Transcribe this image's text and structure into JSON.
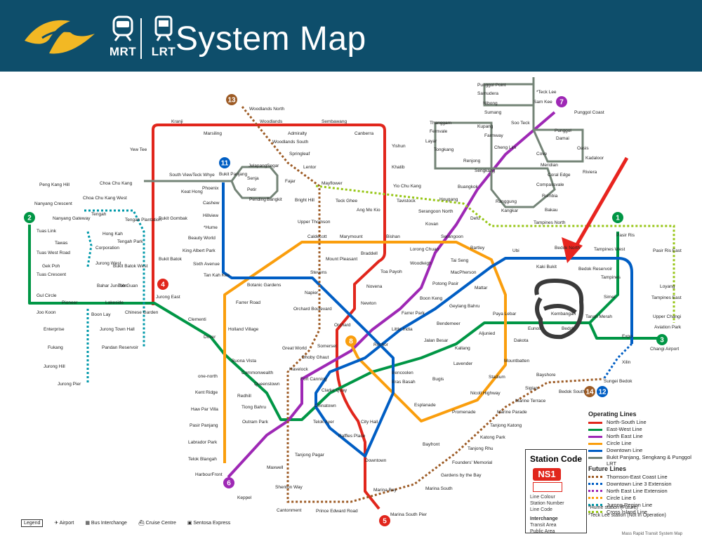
{
  "header": {
    "mrt_label": "MRT",
    "lrt_label": "LRT",
    "title": "System Map",
    "brand_color": "#0e4e6b",
    "logo_color": "#f2b824"
  },
  "lines": [
    {
      "id": "ns",
      "name": "North-South Line",
      "color": "#e1261c",
      "num": "1",
      "dashed": false
    },
    {
      "id": "ew",
      "name": "East-West Line",
      "color": "#009645",
      "num": "2",
      "dashed": false
    },
    {
      "id": "ne",
      "name": "North East Line",
      "color": "#9e28b5",
      "num": "3",
      "dashed": false
    },
    {
      "id": "cc",
      "name": "Circle Line",
      "color": "#fa9e0d",
      "num": "4",
      "dashed": false
    },
    {
      "id": "dt",
      "name": "Downtown Line",
      "color": "#005ec4",
      "num": "5",
      "dashed": false
    },
    {
      "id": "lrt",
      "name": "Bukit Panjang, Sengkang & Punggol LRT",
      "color": "#748477",
      "num": "6",
      "dashed": false
    }
  ],
  "future": {
    "heading": "Future Lines",
    "items": [
      {
        "name": "Thomson-East Coast Line",
        "color": "#9d5b25"
      },
      {
        "name": "Downtown Line 3 Extension",
        "color": "#005ec4"
      },
      {
        "name": "North East Line Extension",
        "color": "#9e28b5"
      },
      {
        "name": "Circle Line 6",
        "color": "#fa9e0d"
      },
      {
        "name": "Jurong Region Line",
        "color": "#0099aa"
      },
      {
        "name": "Cross Island Line",
        "color": "#97c616"
      }
    ]
  },
  "operating_heading": "Operating Lines",
  "station_code": {
    "title": "Station Code",
    "code": "NS1",
    "line_colour": "Line Colour",
    "station_number": "Station Number",
    "line_code": "Line Code",
    "interchange": "Interchange",
    "transit_area": "Transit Area",
    "public_area": "Public Area"
  },
  "notes": {
    "hume": "*Hume station (Future)",
    "teck_lee": "*Teck Lee station (Not in Operation)"
  },
  "bottom_legend": [
    "Legend",
    "Airport",
    "Bus Interchange",
    "Cruise Centre",
    "Sentosa Express"
  ],
  "credit": "Mass Rapid Transit System Map",
  "line_badges": [
    {
      "num": "1",
      "color": "#009645"
    },
    {
      "num": "2",
      "color": "#009645"
    },
    {
      "num": "3",
      "color": "#009645"
    },
    {
      "num": "4",
      "color": "#e1261c"
    },
    {
      "num": "5",
      "color": "#e1261c"
    },
    {
      "num": "6",
      "color": "#9e28b5"
    },
    {
      "num": "7",
      "color": "#9e28b5"
    },
    {
      "num": "8",
      "color": "#fa9e0d"
    },
    {
      "num": "11",
      "color": "#005ec4"
    },
    {
      "num": "12",
      "color": "#005ec4"
    },
    {
      "num": "13",
      "color": "#9d5b25"
    },
    {
      "num": "14",
      "color": "#9d5b25"
    }
  ],
  "stations": [
    "Woodlands North",
    "Kranji",
    "Marsiling",
    "Woodlands",
    "Admiralty",
    "Sembawang",
    "Canberra",
    "Woodlands South",
    "Springleaf",
    "Yishun",
    "Lentor",
    "Khatib",
    "Mayflower",
    "Yio Chu Kang",
    "Ang Mo Kio",
    "Bright Hill",
    "Teck Ghee",
    "Tavistock",
    "Yew Tee",
    "Choa Chu Kang",
    "Choa Chu Kang West",
    "Bukit Gombak",
    "Bukit Batok",
    "Bukit Panjang",
    "South View",
    "Teck Whye",
    "Keat Hong",
    "Phoenix",
    "Jelapang",
    "Segar",
    "Senja",
    "Fajar",
    "Petir",
    "Pending",
    "Bangkit",
    "Cashew",
    "Hillview",
    "*Hume",
    "Beauty World",
    "King Albert Park",
    "Sixth Avenue",
    "Tan Kah Kee",
    "Peng Kang Hill",
    "Nanyang Crescent",
    "Nanyang Gateway",
    "Tawas",
    "Tengah",
    "Tengah Plantation",
    "Hong Kah",
    "Corporation",
    "Jurong West",
    "Bahar Junction",
    "Tengah Park",
    "Bukit Batok West",
    "Toh Guan",
    "Tuas Link",
    "Tuas West Road",
    "Tuas Crescent",
    "Gul Circle",
    "Joo Koon",
    "Pioneer",
    "Boon Lay",
    "Lakeside",
    "Chinese Garden",
    "Jurong East",
    "Jurong Town Hall",
    "Enterprise",
    "Fukang",
    "Jurong Hill",
    "Jurong Pier",
    "Pandan Reservoir",
    "Gek Poh",
    "Clementi",
    "Dover",
    "Holland Village",
    "Farrer Road",
    "Buona Vista",
    "Commonwealth",
    "one-north",
    "Queenstown",
    "Kent Ridge",
    "Redhill",
    "Haw Par Villa",
    "Tiong Bahru",
    "Pasir Panjang",
    "Labrador Park",
    "Telok Blangah",
    "HarbourFront",
    "Keppel",
    "Outram Park",
    "Tanjong Pagar",
    "Maxwell",
    "Shenton Way",
    "Cantonment",
    "Prince Edward Road",
    "Marina South Pier",
    "Marina Bay",
    "Marina South",
    "Gardens by the Bay",
    "Founders' Memorial",
    "Downtown",
    "Raffles Place",
    "City Hall",
    "Telok Ayer",
    "Chinatown",
    "Clarke Quay",
    "Fort Canning",
    "Dhoby Ghaut",
    "Bras Basah",
    "Esplanade",
    "Promenade",
    "Bayfront",
    "Bugis",
    "Bencoolen",
    "Rochor",
    "Little India",
    "Farrer Park",
    "Boon Keng",
    "Potong Pasir",
    "Woodleigh",
    "Serangoon",
    "Lorong Chuan",
    "Bishan",
    "Braddell",
    "Toa Payoh",
    "Novena",
    "Newton",
    "Orchard",
    "Somerset",
    "Great World",
    "Havelock",
    "Botanic Gardens",
    "Stevens",
    "Napier",
    "Orchard Boulevard",
    "Caldecott",
    "Mount Pleasant",
    "Marymount",
    "Upper Thomson",
    "Bartley",
    "Tai Seng",
    "MacPherson",
    "Mattar",
    "Geylang Bahru",
    "Bendemeer",
    "Jalan Besar",
    "Lavender",
    "Kallang",
    "Aljunied",
    "Paya Lebar",
    "Dakota",
    "Mountbatten",
    "Stadium",
    "Nicoll Highway",
    "Tanjong Katong",
    "Katong Park",
    "Tanjong Rhu",
    "Marine Parade",
    "Marine Terrace",
    "Siglap",
    "Bayshore",
    "Bedok South",
    "Sungei Bedok",
    "Xilin",
    "Expo",
    "Changi Airport",
    "Tanah Merah",
    "Bedok",
    "Kembangan",
    "Eunos",
    "Simei",
    "Tampines",
    "Tampines East",
    "Upper Changi",
    "Tampines West",
    "Bedok North",
    "Bedok Reservoir",
    "Kaki Bukit",
    "Ubi",
    "Tampines North",
    "Pasir Ris",
    "Pasir Ris East",
    "Loyang",
    "Aviation Park",
    "Punggol",
    "Punggol Coast",
    "Punggol Point",
    "Samudera",
    "Nibong",
    "Sumang",
    "Soo Teck",
    "*Teck Lee",
    "Sam Kee",
    "Oasis",
    "Damai",
    "Coral Edge",
    "Cove",
    "Meridian",
    "Riviera",
    "Kadaloor",
    "Sengkang",
    "Compassvale",
    "Rumbia",
    "Bakau",
    "Kangkar",
    "Ranggung",
    "Cheng Lim",
    "Farmway",
    "Kupang",
    "Thanggam",
    "Fernvale",
    "Layar",
    "Tongkang",
    "Renjong",
    "Buangkok",
    "Hougang",
    "Serangoon North",
    "Kovan",
    "Defu"
  ]
}
